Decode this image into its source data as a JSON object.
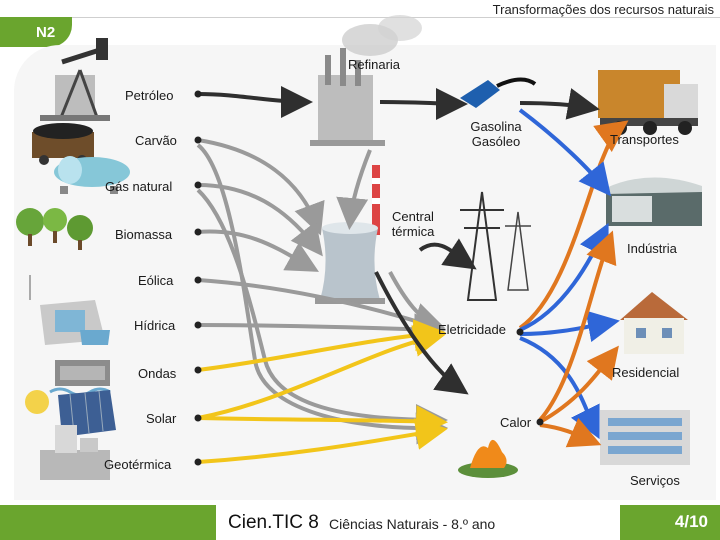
{
  "header": {
    "title": "Transformações dos recursos naturais",
    "level_badge": "N2"
  },
  "sources": {
    "petroleo": "Petróleo",
    "carvao": "Carvão",
    "gas_natural": "Gás natural",
    "biomassa": "Biomassa",
    "eolica": "Eólica",
    "hidrica": "Hídrica",
    "ondas": "Ondas",
    "solar": "Solar",
    "geotermica": "Geotérmica"
  },
  "intermediates": {
    "refinaria": "Refinaria",
    "combustiveis_line1": "Gasolina",
    "combustiveis_line2": "Gasóleo",
    "central_line1": "Central",
    "central_line2": "térmica",
    "eletricidade": "Eletricidade",
    "calor": "Calor"
  },
  "uses": {
    "transportes": "Transportes",
    "industria": "Indústria",
    "residencial": "Residencial",
    "servicos": "Serviços"
  },
  "footer": {
    "brand": "Cien.TIC 8",
    "subject": "Ciências Naturais - 8.º ano",
    "page": "4/10"
  },
  "colors": {
    "accent_green": "#6aa52e",
    "flow_fossil": "#2f2f2f",
    "flow_electric": "#9a9a9a",
    "flow_heat": "#e0771f",
    "flow_renewable": "#f2c51a",
    "flow_use": "#2f66d8"
  }
}
